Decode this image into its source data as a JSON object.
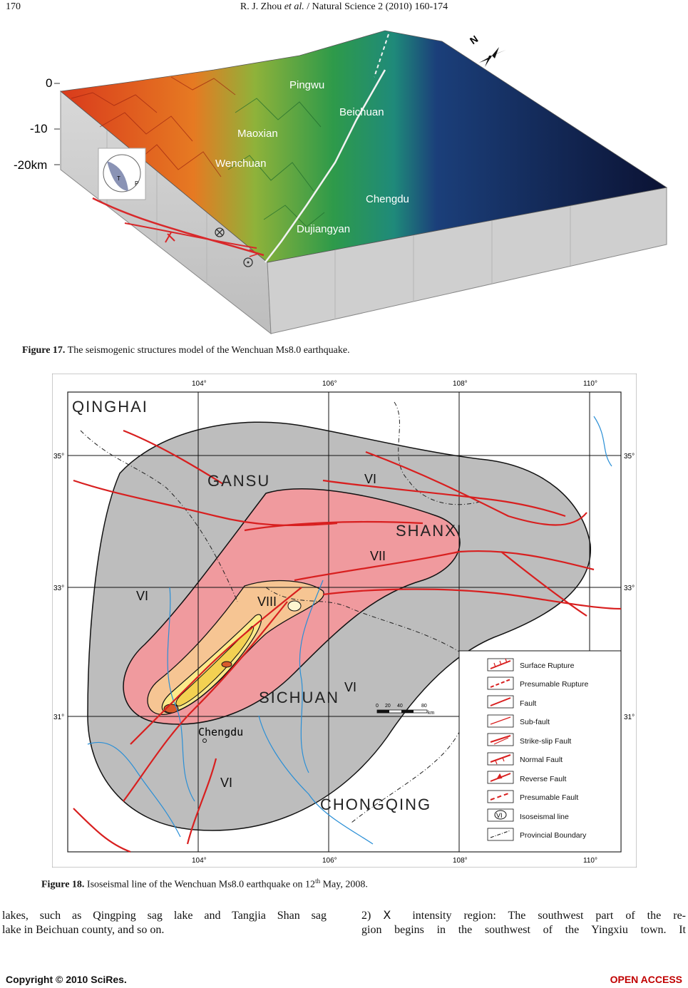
{
  "header": {
    "page_number": "170",
    "citation_pre": "R. J. Zhou ",
    "citation_ital": "et al.",
    "citation_post": " / Natural Science 2 (2010) 160-174"
  },
  "figure17": {
    "label": "Figure 17.",
    "caption": " The seismogenic structures model of the Wenchuan Ms8.0 earthquake.",
    "depth_labels": [
      "0",
      "-10",
      "-20km"
    ],
    "places": [
      "Pingwu",
      "Beichuan",
      "Maoxian",
      "Wenchuan",
      "Chengdu",
      "Dujiangyan"
    ],
    "beachball_labels": [
      "T",
      "P"
    ],
    "north": "N"
  },
  "figure18": {
    "label": "Figure 18.",
    "caption_pre": " Isoseismal line of the Wenchuan Ms8.0 earthquake on 12",
    "caption_sup": "th",
    "caption_post": " May, 2008.",
    "lon_labels": [
      "104°",
      "106°",
      "108°",
      "110°"
    ],
    "lat_labels": [
      "35°",
      "33°",
      "31°"
    ],
    "provinces": [
      "QINGHAI",
      "GANSU",
      "SHANXI",
      "SICHUAN",
      "CHONGQING"
    ],
    "intensity_labels": [
      "VI",
      "VII",
      "VIII",
      "VI",
      "VI",
      "VI"
    ],
    "city": "Chengdu",
    "scale_ticks": [
      "0",
      "20",
      "40",
      "80"
    ],
    "scale_unit": "km",
    "legend": [
      "Surface Rupture",
      "Presumable Rupture",
      "Fault",
      "Sub-fault",
      "Strike-slip Fault",
      "Normal Fault",
      "Reverse Fault",
      "Presumable Fault",
      "Isoseismal line",
      "Provincial Boundary"
    ],
    "legend_isoseismal_symbol": "VI"
  },
  "body": {
    "left_col": [
      "lakes, such as Qingping sag lake and Tangjia Shan sag",
      "lake in Beichuan county, and so on."
    ],
    "right_col": [
      "2)  Ⅹ  intensity region: The southwest part of the re-",
      "gion begins in the southwest of the Yingxiu town. It"
    ]
  },
  "footer": {
    "copyright": "Copyright © 2010 SciRes.",
    "access": "OPEN ACCESS"
  }
}
